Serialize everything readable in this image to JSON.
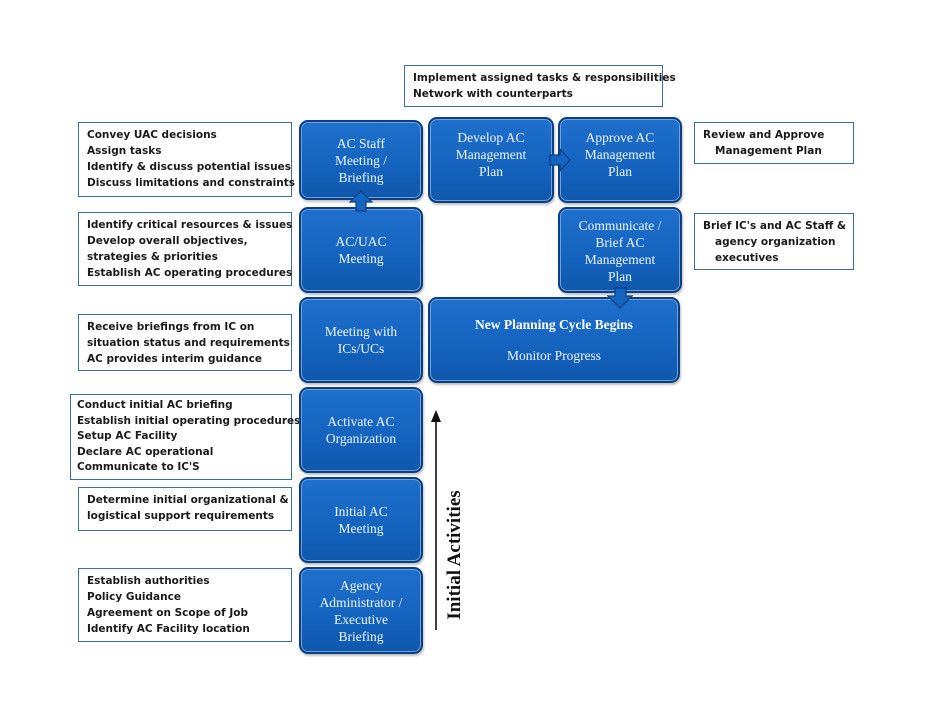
{
  "flow_steps": {
    "agency_briefing": "Agency\nAdministrator /\nExecutive\nBriefing",
    "initial_meeting": "Initial AC\nMeeting",
    "activate_org": "Activate AC\nOrganization",
    "meeting_ics": "Meeting with\nICs/UCs",
    "ac_uac_meeting": "AC/UAC\nMeeting",
    "staff_meeting": "AC Staff\nMeeting /\nBriefing",
    "develop_plan": "Develop AC\nManagement\nPlan",
    "approve_plan": "Approve AC\nManagement\nPlan",
    "communicate_plan": "Communicate /\nBrief AC\nManagement\nPlan",
    "cycle_title": "New Planning Cycle Begins",
    "cycle_sub": "Monitor Progress"
  },
  "notes": {
    "top": [
      "Implement assigned tasks & responsibilities",
      "Network with counterparts"
    ],
    "staff": [
      "Convey UAC decisions",
      "Assign tasks",
      "Identify & discuss potential issues",
      "Discuss limitations and constraints"
    ],
    "uac": [
      "Identify critical resources & issues",
      "Develop overall objectives,",
      "strategies & priorities",
      "Establish AC operating procedures"
    ],
    "ics": [
      "Receive briefings from IC on",
      "situation status and requirements",
      "AC provides interim guidance"
    ],
    "activate": [
      "Conduct initial AC briefing",
      "Establish initial operating procedures",
      "Setup AC Facility",
      "Declare AC operational",
      "Communicate to IC'S"
    ],
    "initial": [
      "Determine initial organizational &",
      "logistical support requirements"
    ],
    "agency": [
      "Establish authorities",
      "Policy Guidance",
      "Agreement on Scope of Job",
      "Identify AC Facility location"
    ],
    "review": [
      "Review and Approve",
      "Management Plan"
    ],
    "brief": [
      "Brief IC's and AC Staff &",
      "agency organization",
      "executives"
    ]
  },
  "axis_label": "Initial Activities",
  "colors": {
    "box_fill": "#1464c0",
    "box_border": "#0b3f80",
    "note_border": "#3c6e9b",
    "arrow": "#111111"
  }
}
